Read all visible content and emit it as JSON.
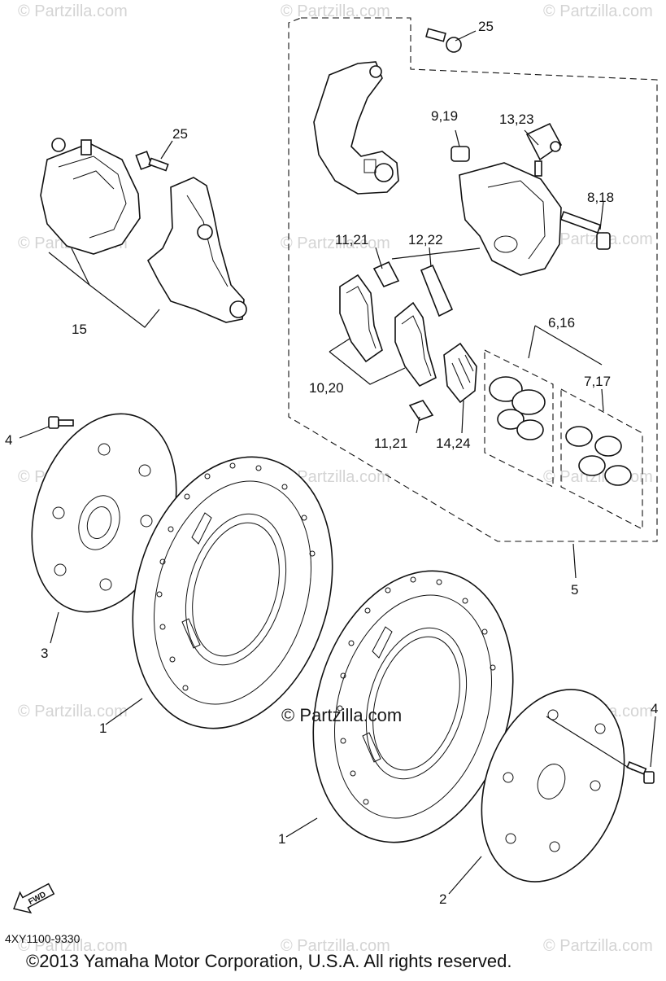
{
  "watermark": "© Partzilla.com",
  "center_watermark": "© Partzilla.com",
  "diagram_code": "4XY1100-9330",
  "copyright": "©2013 Yamaha Motor Corporation, U.S.A. All rights reserved.",
  "fwd_label": "FWD",
  "callouts": {
    "c1a": "1",
    "c1b": "1",
    "c2": "2",
    "c3": "3",
    "c4a": "4",
    "c4b": "4",
    "c5": "5",
    "c6": "6,16",
    "c7": "7,17",
    "c8": "8,18",
    "c9": "9,19",
    "c10": "10,20",
    "c11a": "11,21",
    "c11b": "11,21",
    "c12": "12,22",
    "c13": "13,23",
    "c14": "14,24",
    "c15": "15",
    "c25a": "25",
    "c25b": "25"
  }
}
